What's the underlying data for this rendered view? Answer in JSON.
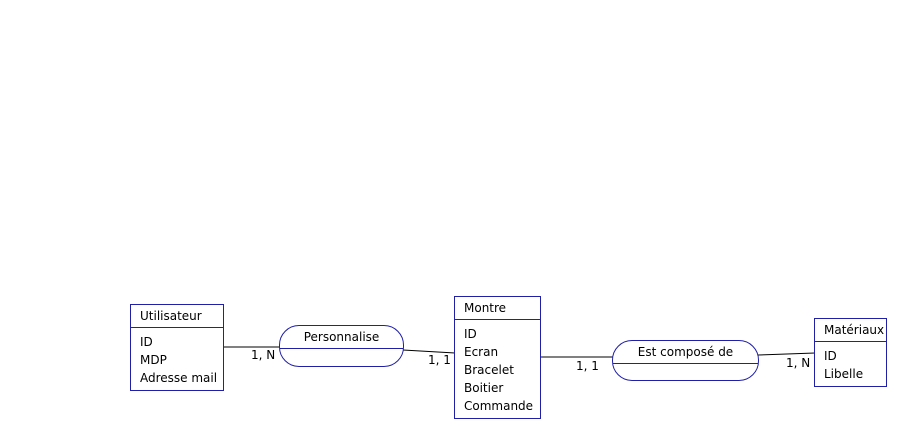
{
  "entities": {
    "utilisateur": {
      "title": "Utilisateur",
      "attributes": [
        "ID",
        "MDP",
        "Adresse mail"
      ]
    },
    "montre": {
      "title": "Montre",
      "attributes": [
        "ID",
        "Ecran",
        "Bracelet",
        "Boitier",
        "Commande"
      ]
    },
    "materiaux": {
      "title": "Matériaux",
      "attributes": [
        "ID",
        "Libelle"
      ]
    }
  },
  "associations": {
    "personnalise": {
      "name": "Personnalise"
    },
    "est_compose_de": {
      "name": "Est composé de"
    }
  },
  "cardinalities": {
    "utilisateur_personnalise": "1, N",
    "montre_personnalise": "1, 1",
    "montre_compose": "1, 1",
    "materiaux_compose": "1, N"
  },
  "colors": {
    "border": "#1f1fa8",
    "link": "#000000"
  }
}
